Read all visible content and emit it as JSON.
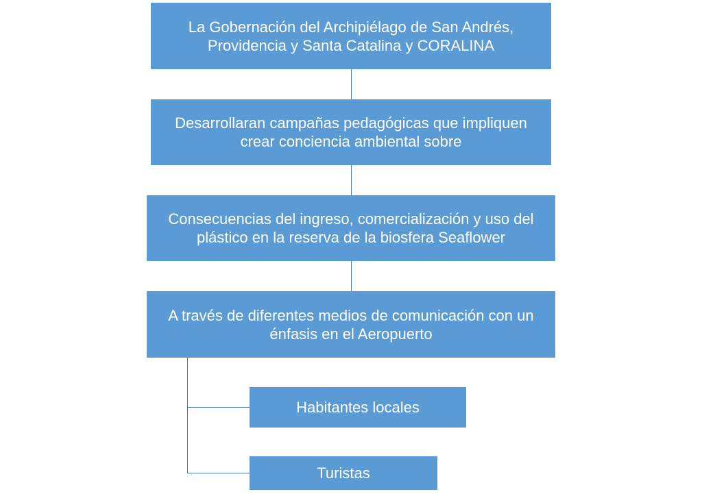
{
  "diagram": {
    "nodes": [
      {
        "text": "La  Gobernación del Archipiélago de San Andrés, Providencia y Santa Catalina y CORALINA"
      },
      {
        "text": "Desarrollaran campañas pedagógicas que impliquen crear conciencia ambiental sobre"
      },
      {
        "text": "Consecuencias del ingreso, comercialización y uso del plástico en la reserva de la biosfera Seaflower"
      },
      {
        "text": "A través de diferentes medios de comunicación con un énfasis en el Aeropuerto"
      },
      {
        "text": "Habitantes locales"
      },
      {
        "text": "Turistas"
      }
    ],
    "colors": {
      "box": "#5b9bd5",
      "connector": "#4a7ebb",
      "text": "#ffffff"
    }
  }
}
